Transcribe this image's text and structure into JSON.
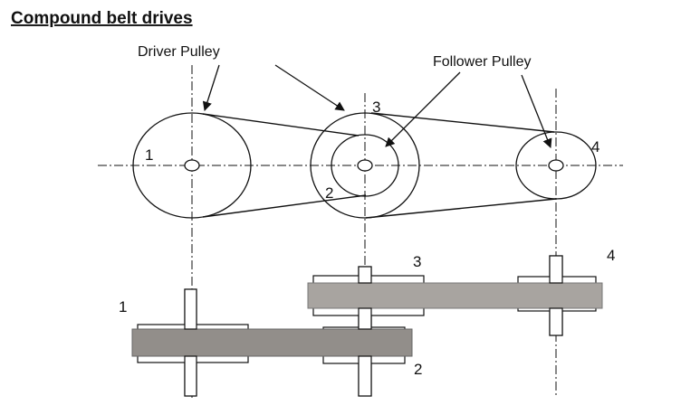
{
  "title": "Compound belt drives",
  "labels": {
    "driver": "Driver Pulley",
    "follower": "Follower Pulley"
  },
  "top_view": {
    "pulley1": "1",
    "pulley2": "2",
    "pulley3": "3",
    "pulley4": "4"
  },
  "side_view": {
    "pulley1": "1",
    "pulley2": "2",
    "pulley3": "3",
    "pulley4": "4"
  }
}
